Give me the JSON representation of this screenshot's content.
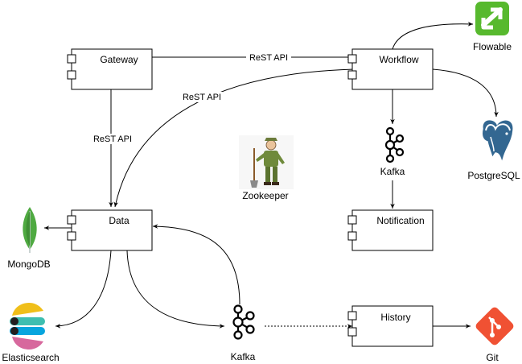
{
  "components": {
    "gateway": "Gateway",
    "workflow": "Workflow",
    "data": "Data",
    "notification": "Notification",
    "history": "History"
  },
  "icons": {
    "flowable": {
      "label": "Flowable",
      "icon": "flowable-logo-icon",
      "color": "#57b92e"
    },
    "postgresql": {
      "label": "PostgreSQL",
      "icon": "postgresql-elephant-icon",
      "color": "#336791"
    },
    "kafka_top": {
      "label": "Kafka",
      "icon": "kafka-logo-icon"
    },
    "kafka_bottom": {
      "label": "Kafka",
      "icon": "kafka-logo-icon"
    },
    "zookeeper": {
      "label": "Zookeeper",
      "icon": "zookeeper-mascot-icon"
    },
    "mongodb": {
      "label": "MongoDB",
      "icon": "mongodb-leaf-icon",
      "color": "#4faa41"
    },
    "elasticsearch": {
      "label": "Elasticsearch",
      "icon": "elasticsearch-logo-icon"
    },
    "git": {
      "label": "Git",
      "icon": "git-logo-icon",
      "color": "#f05133"
    }
  },
  "edge_labels": {
    "gateway_workflow": "ReST API",
    "gateway_data": "ReST API",
    "workflow_data": "ReST API"
  }
}
